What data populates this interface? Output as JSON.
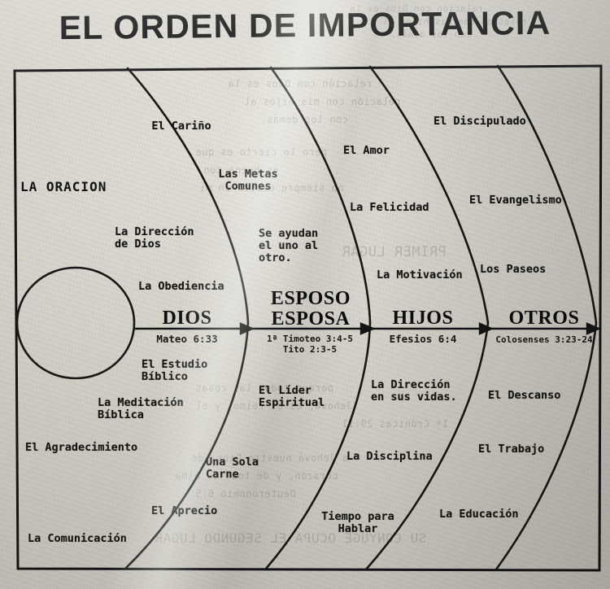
{
  "title": "EL ORDEN DE IMPORTANCIA",
  "diagram": {
    "type": "concentric-priority-diagram",
    "center_label": "LA ORACION",
    "stages": [
      {
        "name": "DIOS",
        "verses": "Mateo 6:33",
        "items": [
          "La Dirección\nde Dios",
          "La Obediencia",
          "El Estudio\nBíblico",
          "La Meditación\nBíblica",
          "El Agradecimiento",
          "La Comunicación",
          "El Cariño"
        ]
      },
      {
        "name": "ESPOSO\nESPOSA",
        "verses": "1ª Timoteo 3:4-5\nTito 2:3-5",
        "items": [
          "Las Metas\nComunes",
          "Se ayudan\nel uno al\notro.",
          "El Líder\nEspiritual",
          "Una Sola\nCarne",
          "El Aprecio",
          "El Amor"
        ]
      },
      {
        "name": "HIJOS",
        "verses": "Efesios 6:4",
        "items": [
          "La Felicidad",
          "La Motivación",
          "La Dirección\nen sus vidas.",
          "La Disciplina",
          "Tiempo para\nHablar",
          "El Discipulado"
        ]
      },
      {
        "name": "OTROS",
        "verses": "Colosenses 3:23-24",
        "items": [
          "El Evangelismo",
          "Los Paseos",
          "El Descanso",
          "El Trabajo",
          "La Educación"
        ]
      }
    ],
    "labels": {
      "el_carino": "El Cariño",
      "la_oracion": "LA ORACION",
      "las_metas_comunes": "Las Metas\nComunes",
      "el_amor": "El Amor",
      "el_discipulado": "El Discipulado",
      "la_direccion_de_dios": "La Dirección\nde Dios",
      "se_ayudan": "Se ayudan\nel uno al\notro.",
      "la_felicidad": "La Felicidad",
      "el_evangelismo": "El Evangelismo",
      "la_obediencia": "La Obediencia",
      "la_motivacion": "La Motivación",
      "los_paseos": "Los Paseos",
      "dios": "DIOS",
      "esposo_esposa": "ESPOSO\nESPOSA",
      "hijos": "HIJOS",
      "otros": "OTROS",
      "mateo": "Mateo 6:33",
      "timoteo_tito": "1ª Timoteo 3:4-5\nTito 2:3-5",
      "efesios": "Efesios 6:4",
      "colosenses": "Colosenses 3:23-24",
      "el_estudio_biblico": "El Estudio\nBíblico",
      "el_lider_espiritual": "El Líder\nEspiritual",
      "la_direccion_en_sus_vidas": "La Dirección\nen sus vidas.",
      "el_descanso": "El Descanso",
      "la_meditacion_biblica": "La Meditación\nBíblica",
      "el_agradecimiento": "El Agradecimiento",
      "una_sola_carne": "Una Sola\nCarne",
      "la_disciplina": "La Disciplina",
      "el_trabajo": "El Trabajo",
      "el_aprecio": "El Aprecio",
      "tiempo_para_hablar": "Tiempo para\nHablar",
      "la_educacion": "La Educación",
      "la_comunicacion": "La Comunicación"
    }
  },
  "colors": {
    "ink": "#121212",
    "paper": "#d6d4cb"
  },
  "bleed_through": [
    "relación con Dios es la",
    "relación con mis hijos al",
    "con los demás.",
    "pero lo cierto es que",
    "es buena con",
    "no siempre existe en mi",
    "cerca de ese",
    "PRIMER LUGAR",
    "porque todas las cosas",
    "Jehová, es el reino, y el",
    "1ª Crónicas 29:11",
    "a Jehová nuestro Dios, de",
    "corazón, y de toda tu alma",
    "Deuteronomio 6:5",
    "SU CONYUGE OCUPA EL SEGUNDO LUGAR"
  ]
}
